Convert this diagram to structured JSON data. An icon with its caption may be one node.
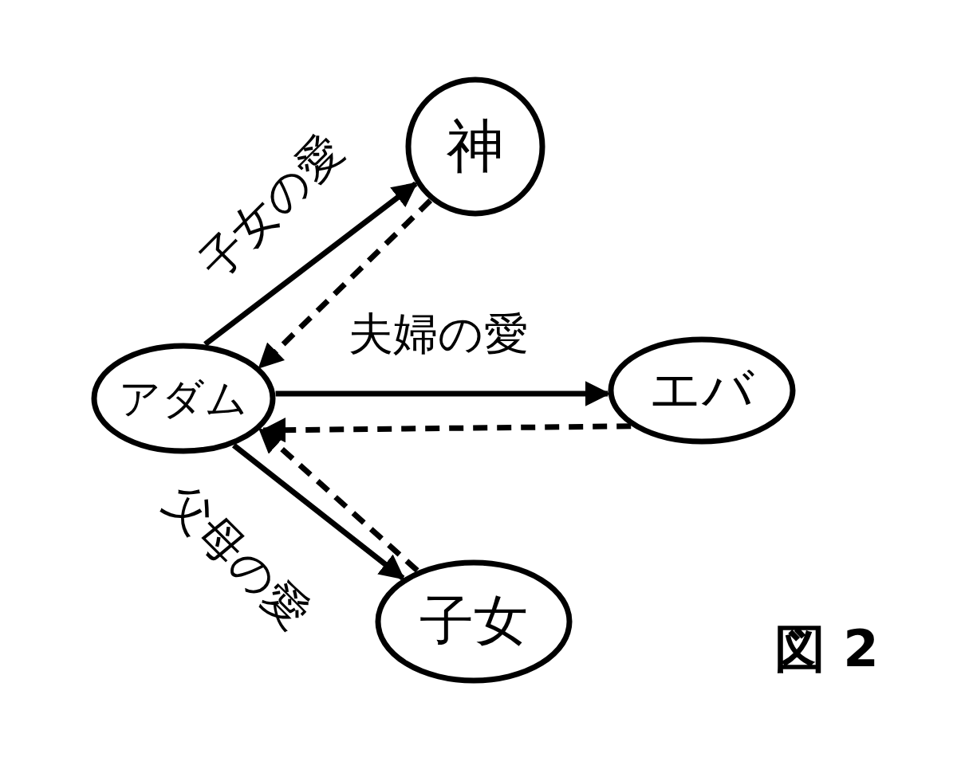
{
  "diagram": {
    "nodes": [
      {
        "text": [
          "神"
        ]
      },
      {
        "text": [
          "アダム"
        ]
      },
      {
        "text": [
          "エバ"
        ]
      },
      {
        "text": [
          "子女"
        ]
      }
    ],
    "edges": [
      {
        "from": 1,
        "to": 0,
        "arrow": "to",
        "label": "子女の愛"
      },
      {
        "from": 0,
        "to": 1,
        "arrow": "to",
        "style": "dashed"
      },
      {
        "from": 1,
        "to": 2,
        "arrow": "to",
        "label": "夫婦の愛"
      },
      {
        "from": 2,
        "to": 1,
        "arrow": "to",
        "style": "dashed"
      },
      {
        "from": 1,
        "to": 3,
        "arrow": "to",
        "label": "父母の愛"
      },
      {
        "from": 3,
        "to": 1,
        "arrow": "to",
        "style": "dashed"
      }
    ],
    "labels": [
      "図 2"
    ]
  }
}
